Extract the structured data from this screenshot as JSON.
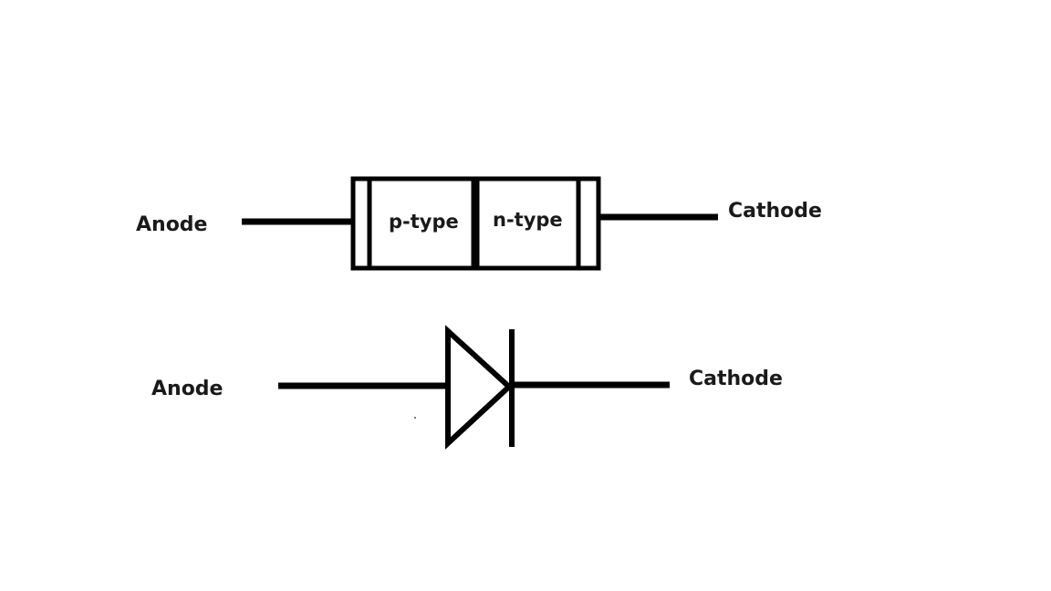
{
  "physical_diode": {
    "anode_label": "Anode",
    "cathode_label": "Cathode",
    "p_region_label": "p-type",
    "n_region_label": "n-type"
  },
  "symbol_diode": {
    "anode_label": "Anode",
    "cathode_label": "Cathode"
  },
  "colors": {
    "stroke": "#000000",
    "text": "#1a1a1a",
    "background": "#ffffff"
  }
}
